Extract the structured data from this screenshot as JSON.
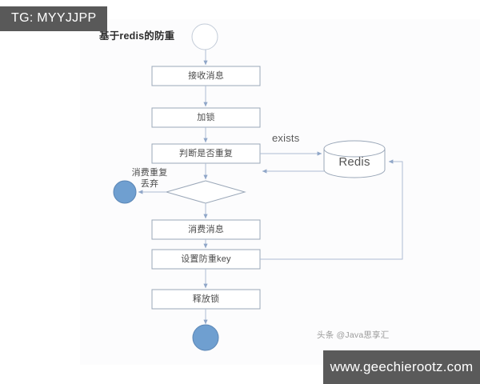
{
  "watermarks": {
    "tg_badge": "TG: MYYJJPP",
    "credit": "头条 @Java思享汇",
    "site": "www.geechierootz.com"
  },
  "diagram": {
    "title": "基于redis的防重",
    "nodes": {
      "start": "",
      "receive": "接收消息",
      "lock": "加锁",
      "check": "判断是否重复",
      "decision": "",
      "consume": "消费消息",
      "setkey": "设置防重key",
      "unlock": "释放锁",
      "end": "",
      "discard_end": "",
      "database": "Redis"
    },
    "edge_labels": {
      "exists": "exists",
      "duplicate_line1": "消费重复",
      "duplicate_line2": "丢弃"
    },
    "colors": {
      "node_fill": "#ffffff",
      "node_stroke": "#9aa7b8",
      "arrow": "#93a8c8",
      "terminator_fill": "#6f9fd0",
      "terminator_stroke": "#5b86b5",
      "canvas": "#fcfcfd",
      "badge": "#595959",
      "text": "#3a3a3a"
    }
  }
}
